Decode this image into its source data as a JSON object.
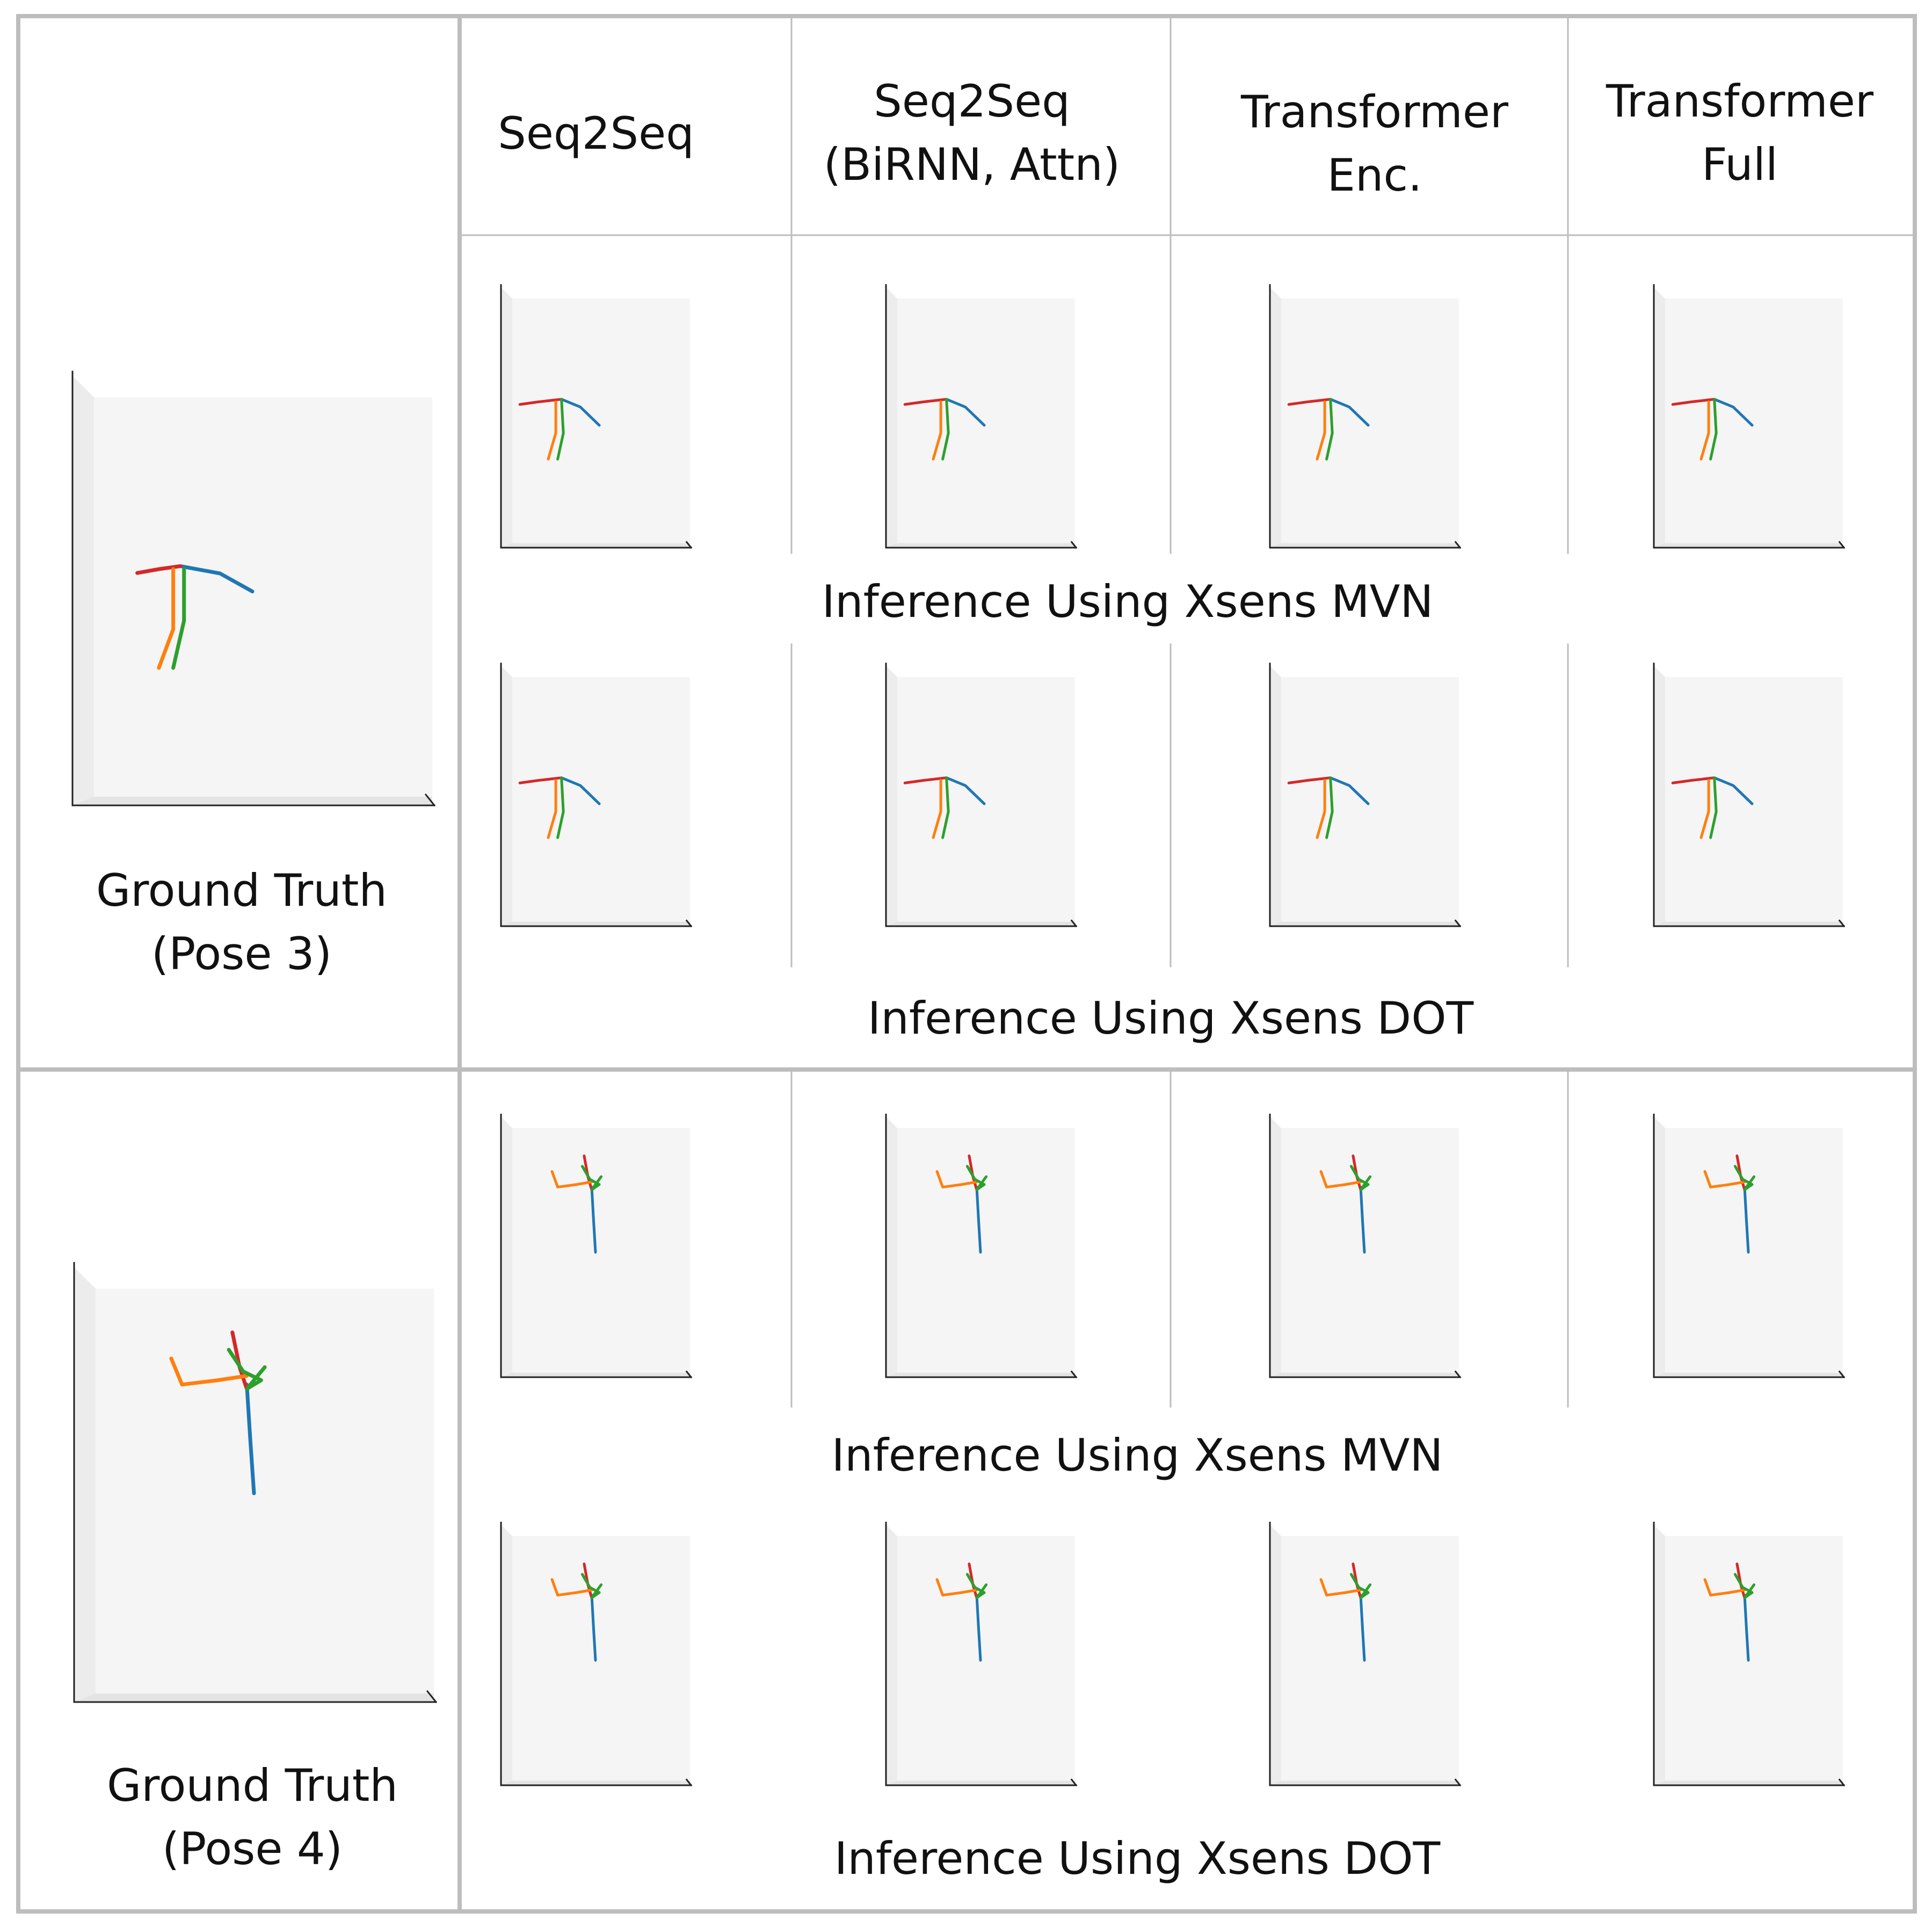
{
  "columns": [
    "Seq2Seq",
    "Seq2Seq\n(BiRNN, Attn)",
    "Transformer\nEnc.",
    "Transformer\nFull"
  ],
  "inference_labels": {
    "mvn": "Inference Using Xsens MVN",
    "dot": "Inference Using Xsens DOT"
  },
  "ground_truth_labels": [
    "Ground Truth\n(Pose 3)",
    "Ground Truth\n(Pose 4)"
  ],
  "colors": {
    "blue": "#1f77b4",
    "orange": "#ff7f0e",
    "green": "#2ca02c",
    "red": "#d62728",
    "pane": "#f5f5f5",
    "grid_line": "#bdbdbd",
    "axis": "#222222"
  }
}
